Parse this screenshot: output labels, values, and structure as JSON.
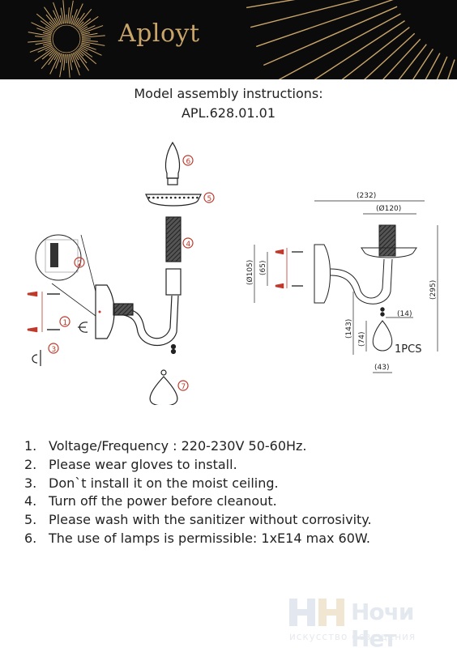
{
  "brand": {
    "name": "Aployt"
  },
  "title": {
    "line1": "Model assembly instructions:",
    "line2": "APL.628.01.01"
  },
  "parts": [
    "1",
    "2",
    "3",
    "4",
    "5",
    "6",
    "7"
  ],
  "dimensions": {
    "width_total": "(232)",
    "cup_diameter": "(Ø120)",
    "plate_diameter": "(Ø105)",
    "mount_spacing": "(65)",
    "height_total": "(295)",
    "drop_height": "(143)",
    "pendant_height": "(74)",
    "pendant_offset": "(14)",
    "pendant_width": "(43)",
    "quantity": "1PCS"
  },
  "notes": [
    {
      "num": "1.",
      "text": "Voltage/Frequency : 220-230V 50-60Hz."
    },
    {
      "num": "2.",
      "text": "Please wear gloves to install."
    },
    {
      "num": "3.",
      "text": "Don`t install it on the moist ceiling."
    },
    {
      "num": "4.",
      "text": "Turn off the power before cleanout."
    },
    {
      "num": "5.",
      "text": "Please wash with the sanitizer without corrosivity."
    },
    {
      "num": "6.",
      "text": "The use of lamps is permissible: 1xE14 max 60W."
    }
  ],
  "watermark": {
    "name": "Ночи Нет",
    "subtitle": "искусство освещения"
  },
  "colors": {
    "header_bg": "#0b0b0b",
    "gold": "#c9a56a",
    "red": "#c0392b",
    "text": "#222222"
  }
}
